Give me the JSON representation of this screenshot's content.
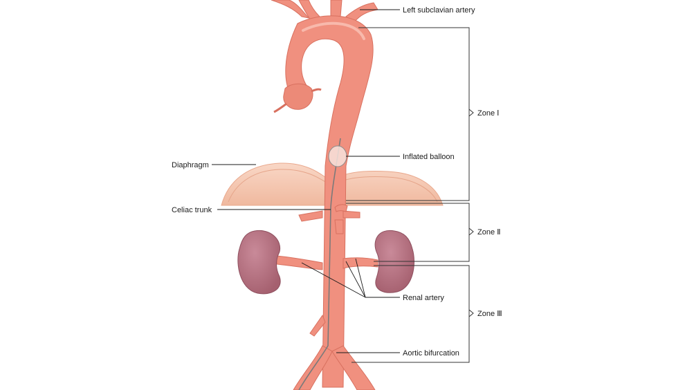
{
  "labels": {
    "left_subclavian": "Left subclavian artery",
    "inflated_balloon": "Inflated balloon",
    "diaphragm": "Diaphragm",
    "celiac_trunk": "Celiac trunk",
    "renal_artery": "Renal artery",
    "aortic_bifurcation": "Aortic bifurcation"
  },
  "zones": {
    "zone1": "Zone Ⅰ",
    "zone2": "Zone Ⅱ",
    "zone3": "Zone Ⅲ"
  },
  "colors": {
    "aorta": "#f0907f",
    "aorta_edge": "#d8705f",
    "kidney": "#b57383",
    "diaphragm": "#f6c9b4",
    "balloon": "#f7e3dc",
    "catheter": "#7a7a7a"
  }
}
